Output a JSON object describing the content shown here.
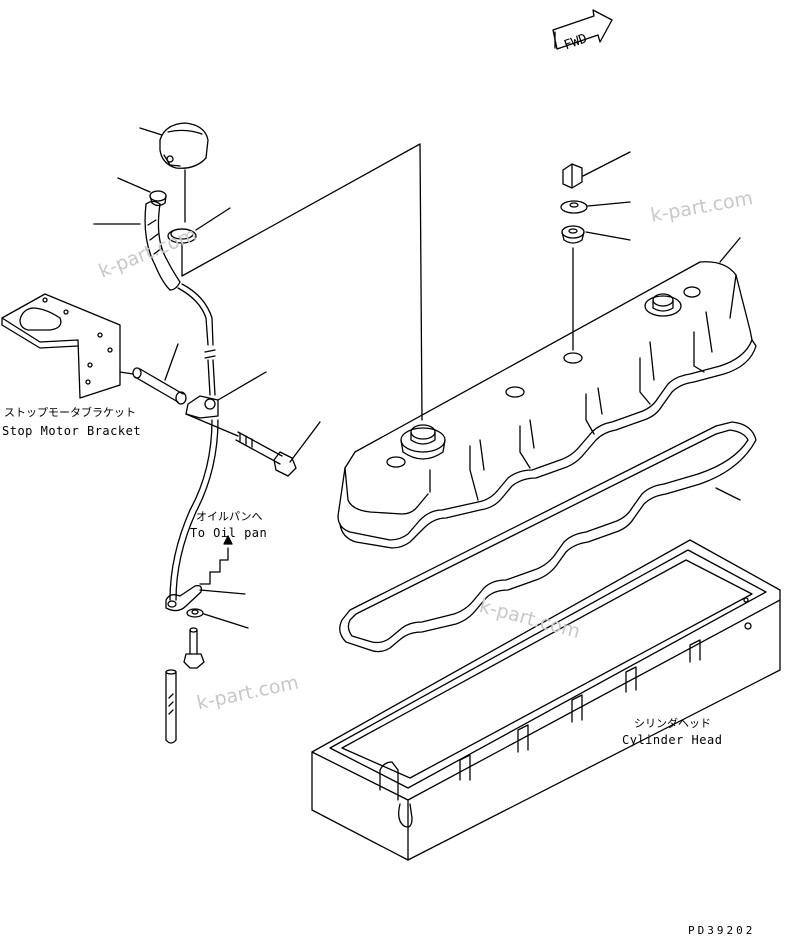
{
  "diagram": {
    "fwd_label": "FWD",
    "labels": {
      "stop_motor_bracket_jp": "ストップモータブラケット",
      "stop_motor_bracket_en": "Stop Motor Bracket",
      "to_oil_pan_jp": "オイルパンへ",
      "to_oil_pan_en": "To Oil pan",
      "cylinder_head_jp": "シリンダヘッド",
      "cylinder_head_en": "Cylinder Head"
    },
    "watermark": "k-part.com",
    "drawing_code": "PD39202"
  }
}
